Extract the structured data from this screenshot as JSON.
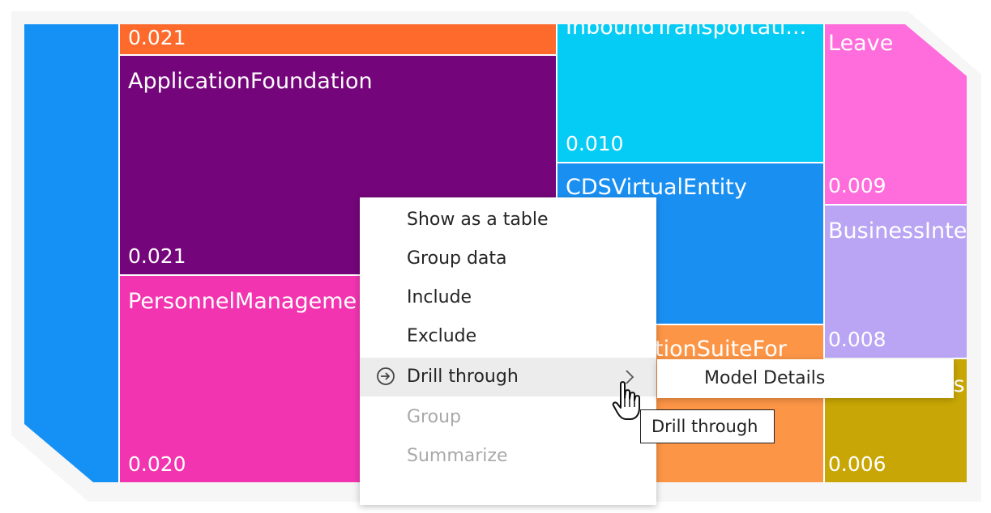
{
  "treemap": {
    "tiles": [
      {
        "id": "left-strip",
        "name": "",
        "value": "",
        "color": "#1591f5"
      },
      {
        "id": "top-orange",
        "name": "",
        "value": "0.021",
        "color": "#fd6a2c"
      },
      {
        "id": "application-foundation",
        "name": "ApplicationFoundation",
        "value": "0.021",
        "color": "#74057a"
      },
      {
        "id": "personnel-management",
        "name": "PersonnelManageme",
        "value": "0.020",
        "color": "#f234b0"
      },
      {
        "id": "inbound-transportation",
        "name": "InboundTransportati...",
        "value": "0.010",
        "color": "#05ccf4"
      },
      {
        "id": "cds-virtual-entity",
        "name": "CDSVirtualEntity",
        "value": "",
        "color": "#1a8ff2"
      },
      {
        "id": "orange-suite",
        "name": "tionSuiteFor",
        "value": "",
        "color": "#fc9546"
      },
      {
        "id": "leave",
        "name": "Leave",
        "value": "0.009",
        "color": "#ff6cdc"
      },
      {
        "id": "business-intelligence",
        "name": "BusinessInte",
        "value": "0.008",
        "color": "#b9a5f4"
      },
      {
        "id": "mustard",
        "name": "As",
        "value": "0.006",
        "color": "#c8a605"
      }
    ]
  },
  "context_menu": {
    "items": [
      {
        "label": "Show as a table",
        "enabled": true
      },
      {
        "label": "Group data",
        "enabled": true
      },
      {
        "label": "Include",
        "enabled": true
      },
      {
        "label": "Exclude",
        "enabled": true
      },
      {
        "label": "Drill through",
        "enabled": true
      },
      {
        "label": "Group",
        "enabled": false
      },
      {
        "label": "Summarize",
        "enabled": false
      }
    ]
  },
  "submenu": {
    "label": "Model Details"
  },
  "tooltip": {
    "label": "Drill through"
  },
  "icons": {
    "drill": "drill-through-icon",
    "chevron": "chevron-right-icon",
    "cursor": "hand-pointer-icon"
  }
}
